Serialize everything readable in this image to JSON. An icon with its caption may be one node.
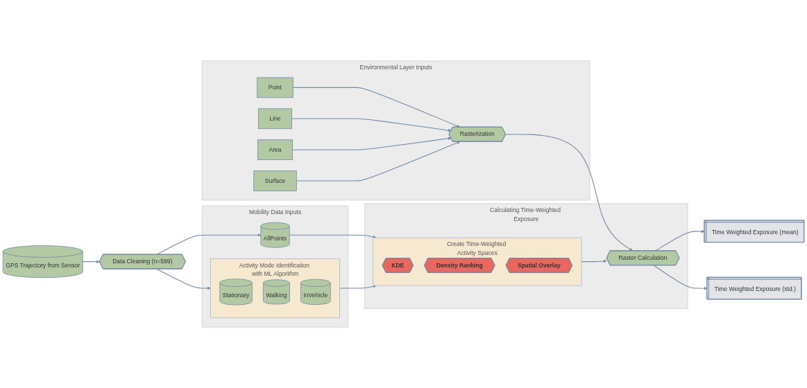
{
  "diagram": {
    "nodes": [
      {
        "text": [
          "GPS Trajectory from Sensor"
        ]
      },
      {
        "text": [
          "Data Cleaning (n=599)"
        ]
      },
      {
        "text": [
          "Mobility Data Inputs"
        ]
      },
      {
        "text": [
          "AllPoints"
        ],
        "in": 2
      },
      {
        "text": [
          "Activity Mode Identification with ML Algorithm"
        ],
        "in": 2
      },
      {
        "text": [
          "Stationary"
        ],
        "in": 4
      },
      {
        "text": [
          "Walking"
        ],
        "in": 4
      },
      {
        "text": [
          "InVehicle"
        ],
        "in": 4
      },
      {
        "text": [
          "Environmental Layer Inputs"
        ]
      },
      {
        "text": [
          "Point"
        ],
        "in": 8
      },
      {
        "text": [
          "Line"
        ],
        "in": 8
      },
      {
        "text": [
          "Area"
        ],
        "in": 8
      },
      {
        "text": [
          "Surface"
        ],
        "in": 8
      },
      {
        "text": [
          "Rasterization"
        ],
        "in": 8
      },
      {
        "text": [
          "Calculating Time-Weighted Exposure"
        ]
      },
      {
        "text": [
          "Create Time-Weighted Activity Spaces"
        ],
        "in": 14
      },
      {
        "text": [
          "KDE"
        ],
        "in": 15
      },
      {
        "text": [
          "Density Ranking"
        ],
        "in": 15
      },
      {
        "text": [
          "Spatial Overlay"
        ],
        "in": 15
      },
      {
        "text": [
          "Raster Calculation"
        ],
        "in": 14
      },
      {
        "text": [
          "Time Weighted Exposure (mean)"
        ]
      },
      {
        "text": [
          "Time Weighted Exposure (std.)"
        ]
      }
    ],
    "edges": [
      {
        "from": 0,
        "to": 1,
        "arrow": "to"
      },
      {
        "from": 1,
        "to": 3,
        "arrow": "to"
      },
      {
        "from": 1,
        "to": 4,
        "arrow": "to"
      },
      {
        "from": 3,
        "to": 15,
        "arrow": "to"
      },
      {
        "from": 4,
        "to": 15,
        "arrow": "to"
      },
      {
        "from": 9,
        "to": 13,
        "arrow": "to"
      },
      {
        "from": 10,
        "to": 13,
        "arrow": "to"
      },
      {
        "from": 11,
        "to": 13,
        "arrow": "to"
      },
      {
        "from": 12,
        "to": 13,
        "arrow": "to"
      },
      {
        "from": 13,
        "to": 19,
        "arrow": "to"
      },
      {
        "from": 15,
        "to": 19,
        "arrow": "to"
      },
      {
        "from": 19,
        "to": 20,
        "arrow": "to"
      },
      {
        "from": 19,
        "to": 21,
        "arrow": "to"
      }
    ]
  }
}
